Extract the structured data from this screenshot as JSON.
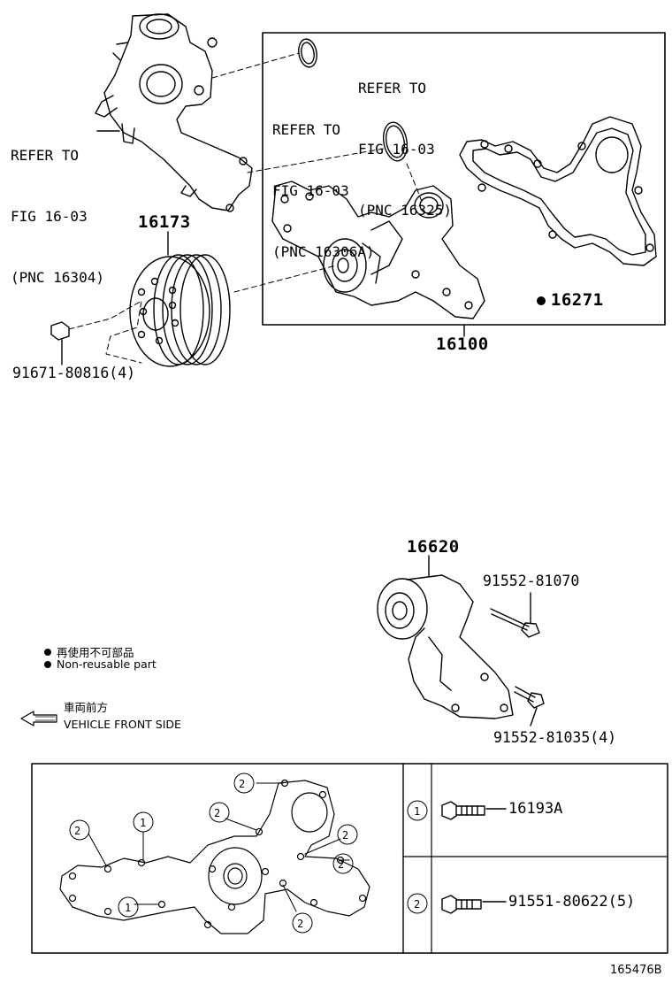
{
  "refs": {
    "ref_16304": {
      "line1": "REFER TO",
      "line2": "FIG 16-03",
      "line3": "(PNC 16304)"
    },
    "ref_16306a": {
      "line1": "REFER TO",
      "line2": "FIG 16-03",
      "line3": "(PNC 16306A)"
    },
    "ref_16325": {
      "line1": "REFER TO",
      "line2": "FIG 16-03",
      "line3": "(PNC 16325)"
    }
  },
  "parts": {
    "p16173": "16173",
    "p16100": "16100",
    "p16271": "16271",
    "p91671": "91671-80816(4)",
    "p16620": "16620",
    "p91552_81070": "91552-81070",
    "p91552_81035": "91552-81035(4)"
  },
  "legend": {
    "nonreuse_ja": "再使用不可部品",
    "nonreuse_en": "Non-reusable part",
    "front_ja": "車両前方",
    "front_en": "VEHICLE FRONT SIDE"
  },
  "table": {
    "rows": [
      {
        "num": "1",
        "part": "16193A"
      },
      {
        "num": "2",
        "part": "91551-80622(5)"
      }
    ]
  },
  "callouts": [
    "2",
    "1",
    "2",
    "2",
    "2",
    "1",
    "2",
    "2"
  ],
  "figure_id": "165476B"
}
